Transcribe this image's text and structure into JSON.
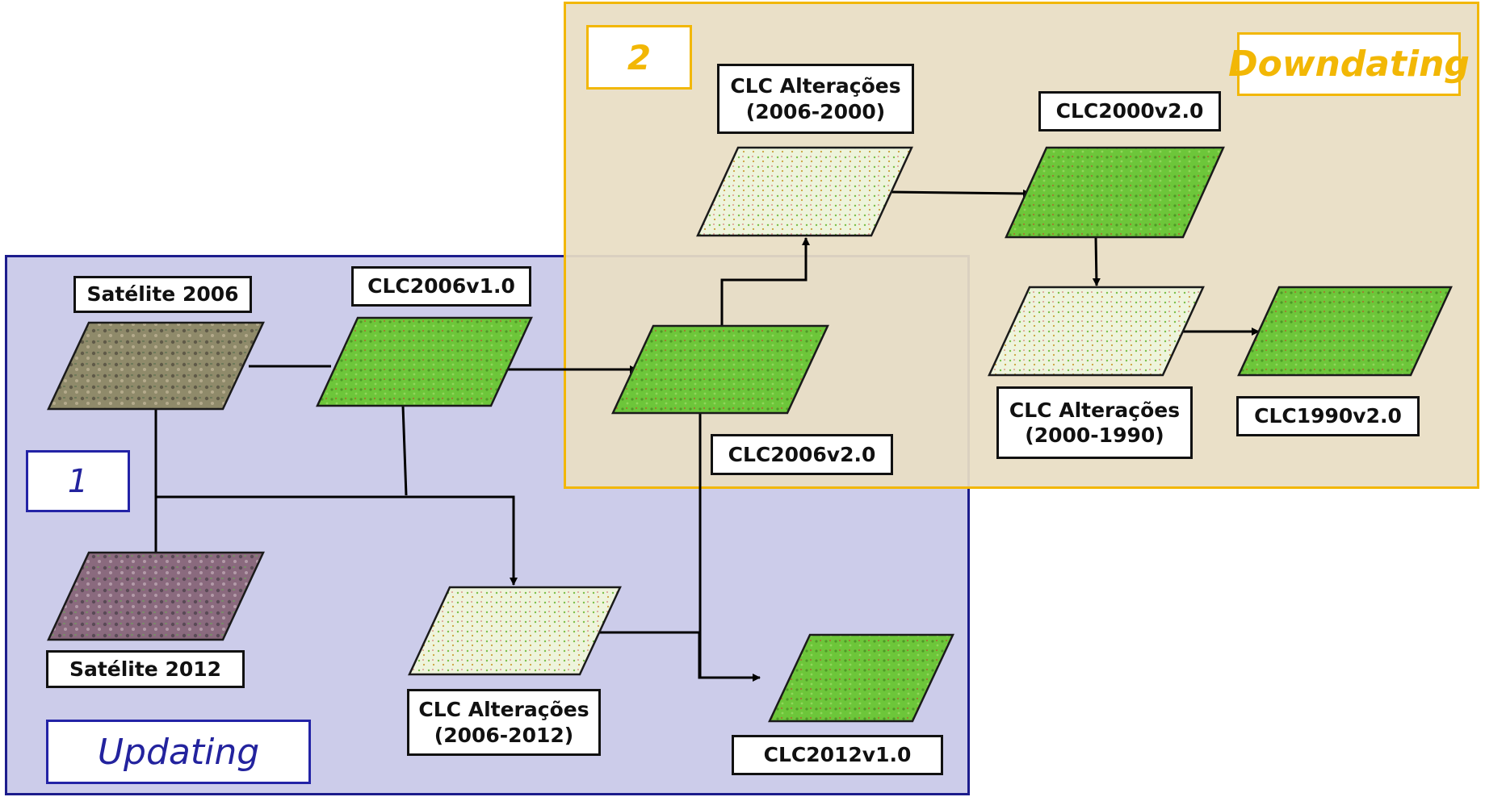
{
  "diagram": {
    "layers": {
      "sat2006": "Satélite 2006",
      "sat2012": "Satélite 2012",
      "clc2006v1": "CLC2006v1.0",
      "clc2006v2": "CLC2006v2.0",
      "alt_2006_2012": "CLC Alterações\n(2006-2012)",
      "clc2012v1": "CLC2012v1.0",
      "alt_2006_2000": "CLC Alterações\n(2006-2000)",
      "clc2000v2": "CLC2000v2.0",
      "alt_2000_1990": "CLC Alterações\n(2000-1990)",
      "clc1990v2": "CLC1990v2.0"
    },
    "stages": {
      "one": {
        "number": "1",
        "name": "Updating"
      },
      "two": {
        "number": "2",
        "name": "Downdating"
      }
    }
  },
  "colors": {
    "updating_fill": "#ccccea",
    "updating_border": "#1c1c8c",
    "downdating_fill": "#e8dec4",
    "downdating_border": "#f2b705",
    "clc_green": "#6dc63a",
    "change_layer_fill": "#eef4dc",
    "satellite_2006": "#8f8a6a",
    "satellite_2012": "#8a6a7e"
  },
  "icons": {
    "satellite_layer": "textured-parallelogram",
    "land_cover_layer": "green-parallelogram",
    "change_layer": "speckled-parallelogram",
    "flow": "arrow"
  }
}
